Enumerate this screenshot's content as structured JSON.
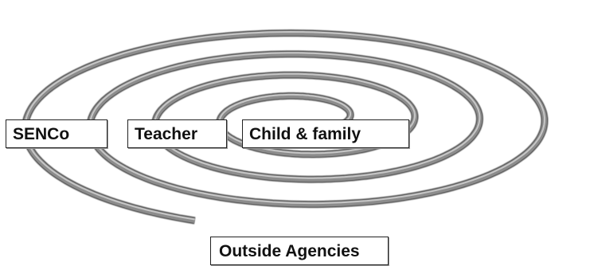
{
  "diagram": {
    "labels": {
      "senco": "SENCo",
      "teacher": "Teacher",
      "child_family": "Child & family",
      "outside_agencies": "Outside Agencies"
    },
    "spiral": {
      "turns": 4,
      "colors": {
        "tube_dark": "#3a3a3a",
        "tube_mid": "#8c8c8c",
        "tube_light": "#c6c6c6"
      }
    }
  }
}
